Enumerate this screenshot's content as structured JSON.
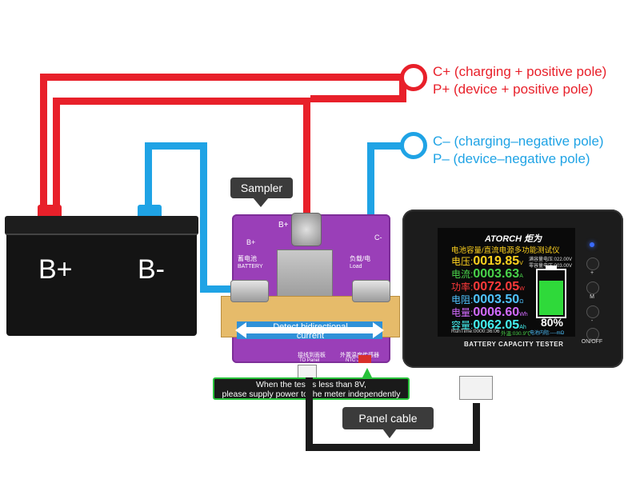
{
  "labels": {
    "c_plus": "C+ (charging + positive pole)",
    "p_plus": "P+ (device + positive pole)",
    "c_minus": "C– (charging–negative pole)",
    "p_minus": "P– (device–negative pole)",
    "sampler": "Sampler",
    "detect_line1": "Detect bidirectional",
    "detect_line2": "current",
    "note_line1": "When the test is less than 8V,",
    "note_line2": "please supply power to the meter independently",
    "panel_cable": "Panel cable"
  },
  "battery": {
    "plus": "B+",
    "minus": "B-"
  },
  "board": {
    "bplus_top": "B+",
    "bplus_side": "B+",
    "battery_cn": "蓄电池",
    "battery_en": "BATTERY",
    "load_cn": "负载/电",
    "load_en": "Load",
    "cminus": "C-",
    "panel_cn": "接线到面板",
    "panel_en": "TO Panel",
    "ntc_cn": "外置温度传感器",
    "ntc_en": "NTC JACK"
  },
  "meter": {
    "brand": "ATORCH",
    "brand_cn": "炬为",
    "header_cn": "电池容量/直流电源多功能测试仪",
    "voltage_label": "电压:",
    "voltage_value": "0019.85",
    "voltage_unit": "V",
    "current_label": "电流:",
    "current_value": "0003.63",
    "current_unit": "A",
    "power_label": "功率:",
    "power_value": "0072.05",
    "power_unit": "W",
    "resistance_label": "电阻:",
    "resistance_value": "0003.50",
    "resistance_unit": "Ω",
    "energy_label": "电量:",
    "energy_value": "0006.60",
    "energy_unit": "Wh",
    "capacity_label": "容量:",
    "capacity_value": "0062.05",
    "capacity_unit": "Ah",
    "full_voltage": "满容量电压:022.00V",
    "zero_voltage": "零容量电压:003.00V",
    "battery_percent": "80%",
    "battery_level": 0.8,
    "runtime": "RunTime:0000:36:06",
    "temp": "外温:030.9℃",
    "internal_resistance": "电池内阻:----mΩ",
    "footer": "BATTERY CAPACITY TESTER",
    "btn_plus": "+",
    "btn_m": "M",
    "btn_minus": "-",
    "btn_onoff": "ON/OFF"
  },
  "colors": {
    "red_wire": "#e8202a",
    "blue_wire": "#1fa3e5",
    "board": "#9a3fb8",
    "voltage": "#ffd21f",
    "current": "#49d24a",
    "power": "#ff3a3a",
    "resistance": "#4fc3ff",
    "energy": "#d36bff",
    "capacity": "#44f0f0",
    "battery_fill": "#2fd93a",
    "note_border": "#27c23a"
  }
}
